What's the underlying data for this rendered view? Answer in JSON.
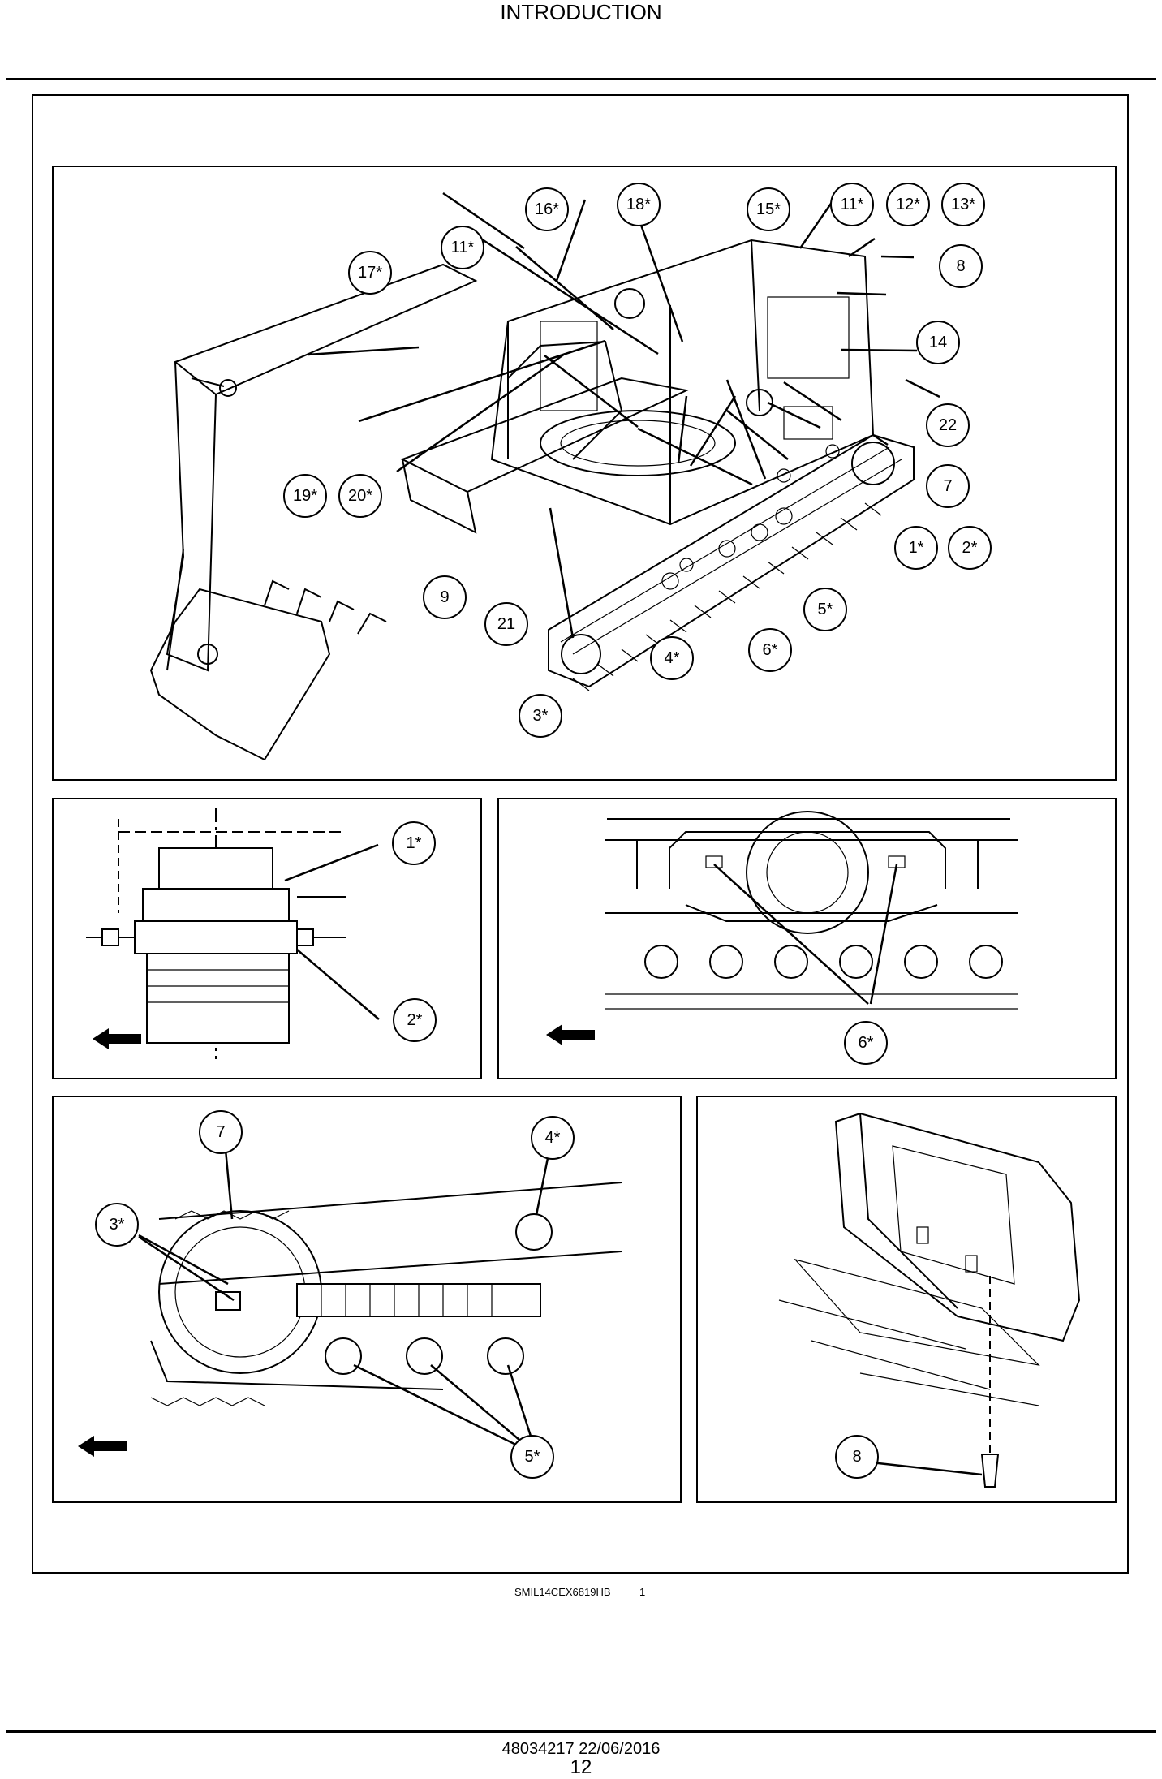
{
  "header": {
    "title": "INTRODUCTION"
  },
  "panels": {
    "main": {
      "callouts": [
        "16*",
        "18*",
        "15*",
        "11*",
        "12*",
        "13*",
        "11*",
        "17*",
        "8",
        "14",
        "22",
        "7",
        "19*",
        "20*",
        "1*",
        "2*",
        "9",
        "21",
        "5*",
        "6*",
        "4*",
        "3*"
      ]
    },
    "motor": {
      "callouts": [
        "1*",
        "2*"
      ]
    },
    "track_guard": {
      "callouts": [
        "6*"
      ]
    },
    "track_side": {
      "callouts": [
        "7",
        "4*",
        "3*",
        "5*"
      ]
    },
    "counterweight": {
      "callouts": [
        "8"
      ]
    }
  },
  "caption": {
    "reference": "SMIL14CEX6819HB",
    "number": "1"
  },
  "footer": {
    "document": "48034217 22/06/2016",
    "page": "12"
  }
}
